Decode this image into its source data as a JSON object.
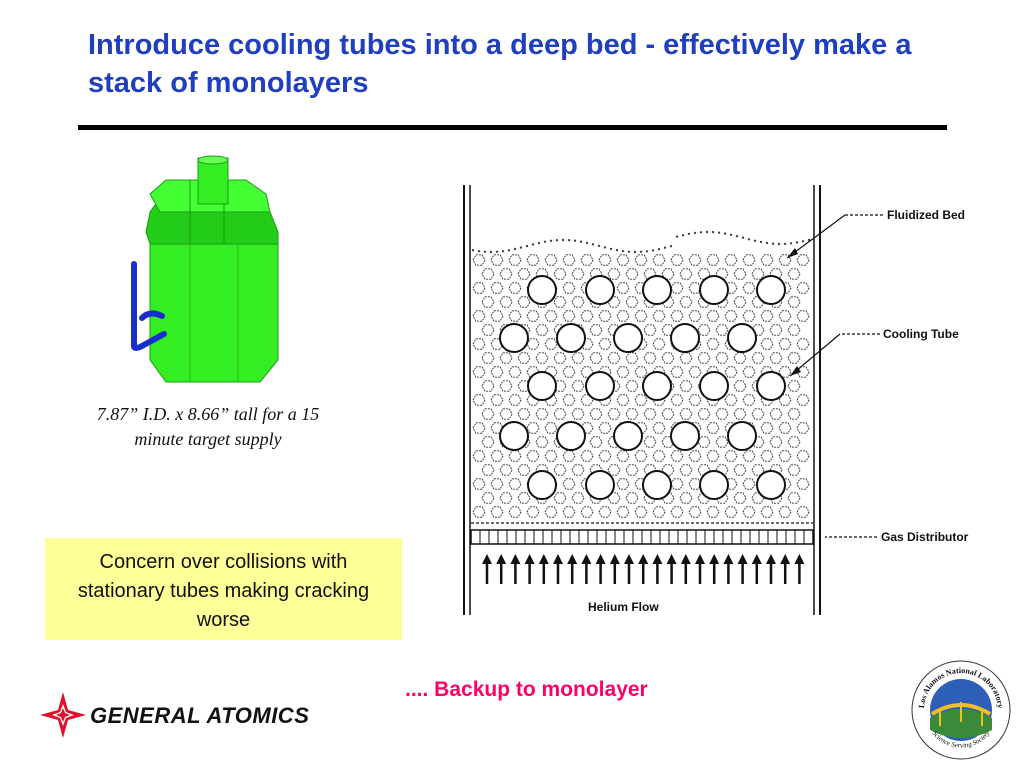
{
  "slide": {
    "title": "Introduce cooling tubes into a deep bed - effectively make a stack of monolayers",
    "caption": "7.87” I.D. x 8.66” tall for a 15 minute target supply",
    "concern": "Concern over collisions with stationary tubes making cracking worse",
    "backup": ".... Backup to monolayer"
  },
  "diagram": {
    "labels": {
      "fluidized_bed": "Fluidized Bed",
      "cooling_tube": "Cooling Tube",
      "gas_distributor": "Gas Distributor",
      "helium_flow": "Helium Flow"
    }
  },
  "logos": {
    "general_atomics": "GENERAL ATOMICS",
    "lanl_top": "Los Alamos National Laboratory",
    "lanl_bottom": "Science Serving Society"
  },
  "colors": {
    "title": "#1f3fbf",
    "can_green": "#33ee22",
    "can_pipe": "#1a2ecc",
    "concern_bg": "#ffff99",
    "backup": "#ff0066",
    "ga_red": "#e0102a"
  }
}
